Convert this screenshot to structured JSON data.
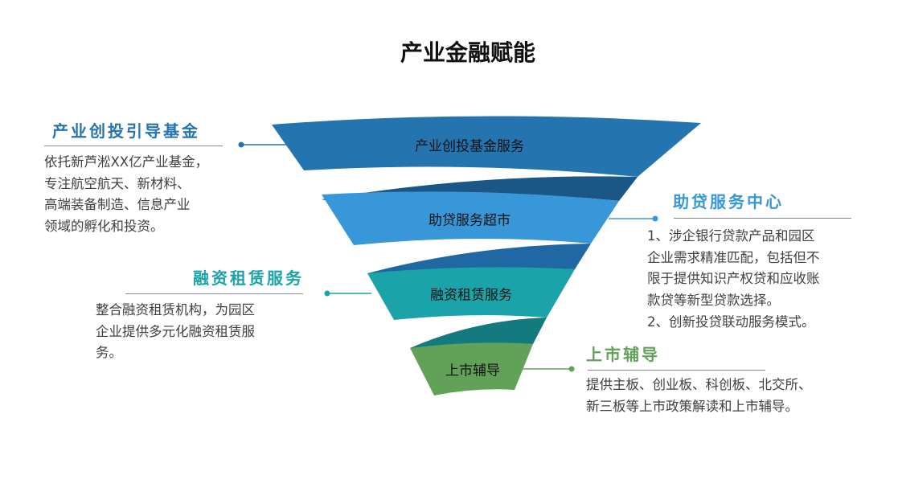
{
  "title": "产业金融赋能",
  "funnel": [
    {
      "label": "产业创投基金服务",
      "color": "#2474b0"
    },
    {
      "label": "助贷服务超市",
      "color": "#3897d8"
    },
    {
      "label": "融资租赁服务",
      "color": "#1aa3a8"
    },
    {
      "label": "上市辅导",
      "color": "#62a158"
    }
  ],
  "sections": {
    "fund": {
      "heading": "产业创投引导基金",
      "lines": [
        "依托新芦淞XX亿产业基金，",
        "专注航空航天、新材料、",
        "高端装备制造、信息产业",
        "领域的孵化和投资。"
      ]
    },
    "loan": {
      "heading": "助贷服务中心",
      "lines": [
        "1、涉企银行贷款产品和园区",
        "企业需求精准匹配，包括但不",
        "限于提供知识产权贷和应收账",
        "款贷等新型贷款选择。",
        "2、创新投贷联动服务模式。"
      ]
    },
    "lease": {
      "heading": "融资租赁服务",
      "lines": [
        "整合融资租赁机构，为园区",
        "企业提供多元化融资租赁服",
        "务。"
      ]
    },
    "ipo": {
      "heading": "上市辅导",
      "lines": [
        "提供主板、创业板、科创板、北交所、",
        "新三板等上市政策解读和上市辅导。"
      ]
    }
  }
}
